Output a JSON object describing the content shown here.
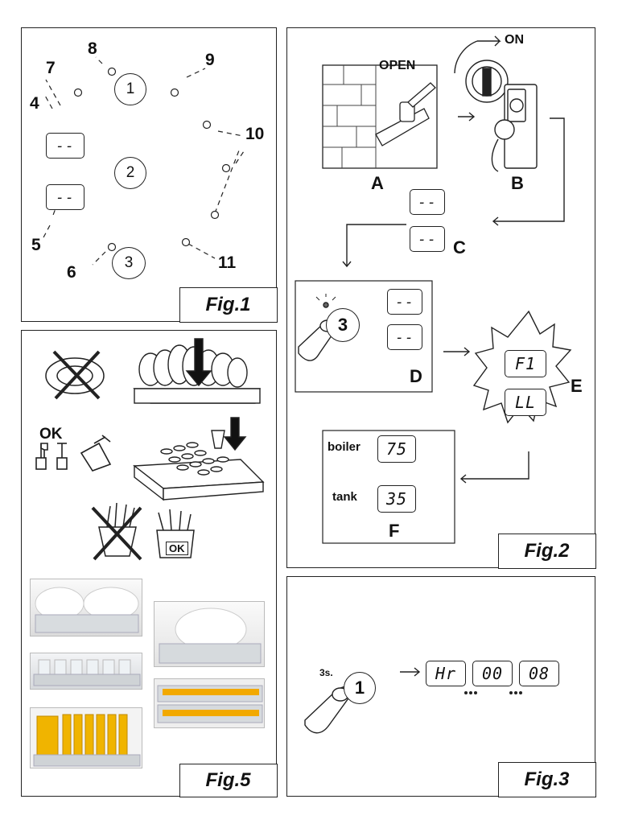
{
  "fig1": {
    "caption": "Fig.1",
    "numbers": [
      "1",
      "2",
      "3",
      "4",
      "5",
      "6",
      "7",
      "8",
      "9",
      "10",
      "11"
    ],
    "display_text": "--"
  },
  "fig2": {
    "caption": "Fig.2",
    "open_label": "OPEN",
    "on_label": "ON",
    "step_labels": [
      "A",
      "B",
      "C",
      "D",
      "E",
      "F"
    ],
    "display_text": "--",
    "button_number": "3",
    "error_codes": [
      "F1",
      "LL"
    ],
    "boiler_label": "boiler",
    "boiler_value": "75",
    "tank_label": "tank",
    "tank_value": "35"
  },
  "fig5": {
    "caption": "Fig.5",
    "ok_label": "OK",
    "ok_badge": "OK"
  },
  "fig3": {
    "caption": "Fig.3",
    "hold_label": "3s.",
    "button_number": "1",
    "displays": [
      "Hr",
      "00",
      "08"
    ]
  }
}
